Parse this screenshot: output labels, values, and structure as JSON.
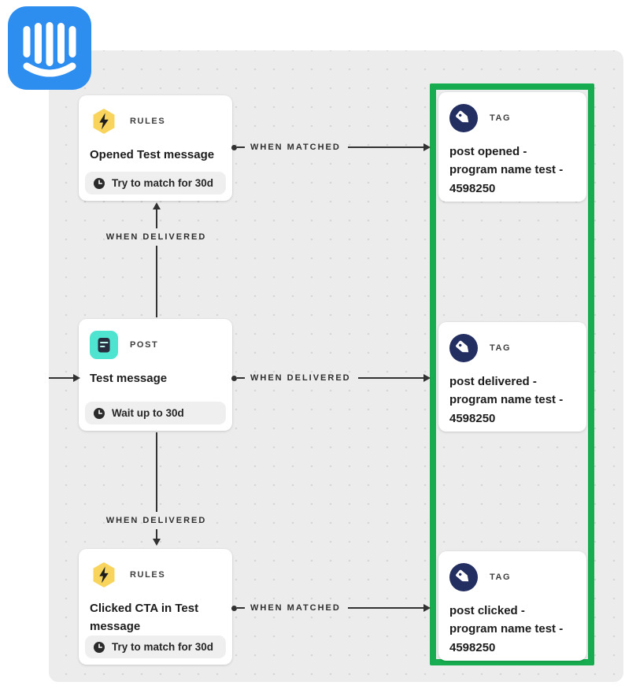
{
  "app": {
    "title": "Intercom Series workflow canvas"
  },
  "logo": {
    "label": "Intercom logo"
  },
  "colors": {
    "highlight_green": "#17ac4f",
    "logo_blue": "#2d8ef0",
    "rules_yellow": "#f8d45c",
    "post_teal": "#4fe4cf",
    "tag_navy": "#232e61",
    "canvas_bg": "#ececec"
  },
  "nodes": {
    "rules_top": {
      "type": "RULES",
      "title": "Opened Test message",
      "footer": "Try to match for 30d"
    },
    "post": {
      "type": "POST",
      "title": "Test message",
      "footer": "Wait up to 30d"
    },
    "rules_bottom": {
      "type": "RULES",
      "title": "Clicked CTA in Test message",
      "footer": "Try to match for 30d"
    },
    "tag_top": {
      "type": "TAG",
      "title": "post opened - program name test - 4598250"
    },
    "tag_middle": {
      "type": "TAG",
      "title": "post delivered - program name test - 4598250"
    },
    "tag_bottom": {
      "type": "TAG",
      "title": "post clicked - program name test - 4598250"
    }
  },
  "edges": {
    "top_horizontal": {
      "label": "WHEN MATCHED"
    },
    "middle_horizontal": {
      "label": "WHEN DELIVERED"
    },
    "bottom_horizontal": {
      "label": "WHEN MATCHED"
    },
    "vertical_up": {
      "label": "WHEN DELIVERED"
    },
    "vertical_down": {
      "label": "WHEN DELIVERED"
    }
  }
}
